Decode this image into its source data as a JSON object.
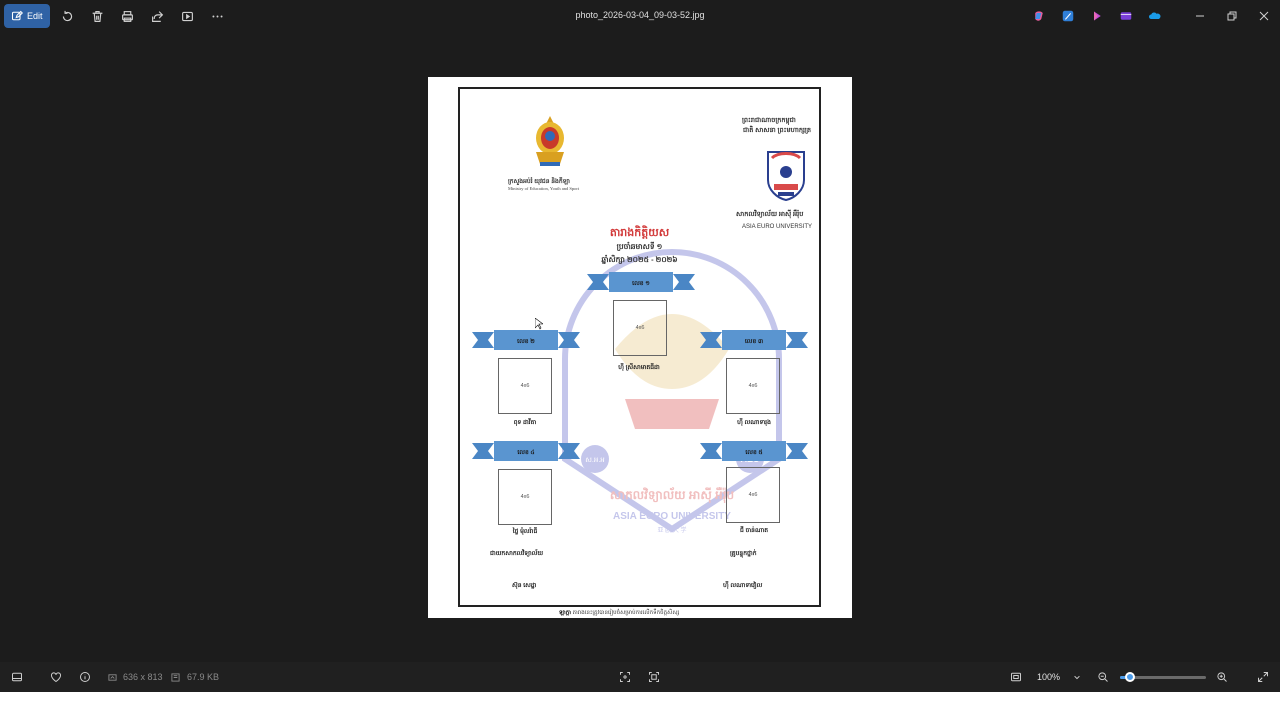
{
  "window": {
    "title": "photo_2026-03-04_09-03-52.jpg"
  },
  "toolbar": {
    "edit_label": "Edit"
  },
  "colors": {
    "accent": "#2f62a5",
    "background": "#1c1c1c",
    "ribbon_blue": "#4a86c5",
    "award_red": "#d23a3a",
    "slider_blue": "#4a9ae8"
  },
  "document": {
    "ministry_kh": "ក្រសួងអប់រំ យុវជន និងកីឡា",
    "ministry_en": "Ministry of Education, Youth and Sport",
    "kingdom_line1": "ព្រះរាជាណាចក្រកម្ពុជា",
    "kingdom_line2": "ជាតិ សាសនា ព្រះមហាក្សត្រ",
    "university_kh": "សាកលវិទ្យាល័យ អាស៊ី អឺរ៉ុប",
    "university_en": "ASIA EURO UNIVERSITY",
    "award_title": "តារាងកិត្តិយស",
    "award_sub1": "ប្រចាំឆមាសទី ១",
    "award_sub2": "ឆ្នាំសិក្សា ២០២៥ - ២០២៦",
    "watermark_text_kh": "សាកលវិទ្យាល័យ អាស៊ី អឺរ៉ុប",
    "watermark_text_en": "ASIA EURO UNIVERSITY",
    "watermark_text_cn": "亚 欧 大 学",
    "watermark_badge_left": "ស.អ.អ",
    "watermark_badge_right": "AEU",
    "ranks": [
      {
        "label": "លេខ ១",
        "photo": "4x6",
        "name": "ហ៊ី ស្រីសាមាតធីដា"
      },
      {
        "label": "លេខ ២",
        "photo": "4x6",
        "name": "ពុទ ដាវីតា"
      },
      {
        "label": "លេខ ៣",
        "photo": "4x6",
        "name": "ហ៊ី លណាទារុង"
      },
      {
        "label": "លេខ ៤",
        "photo": "4x6",
        "name": "ថៃ្ល ម៉ុលរ៉ាធី"
      },
      {
        "label": "លេខ ៥",
        "photo": "4x6",
        "name": "ជី ចាន់ណាត"
      }
    ],
    "sig_left_title": "ជាយកសាកលវិទ្យាល័យ",
    "sig_right_title": "គ្រូបន្ទុកថ្នាក់",
    "sig_left_name": "ស៊ុន សេដ្ឋា",
    "sig_right_name": "ហ៊ី លណាទាវៀល",
    "footer_bold": "ឡាក្តា",
    "footer_text": "តារាងនេះត្រូវបានរៀបចំសម្រាប់ការលើកទឹកចិត្តសិស្ស"
  },
  "statusbar": {
    "dimensions": "636 x 813",
    "filesize": "67.9 KB",
    "zoom": "100%",
    "zoom_fraction": 0.12
  }
}
